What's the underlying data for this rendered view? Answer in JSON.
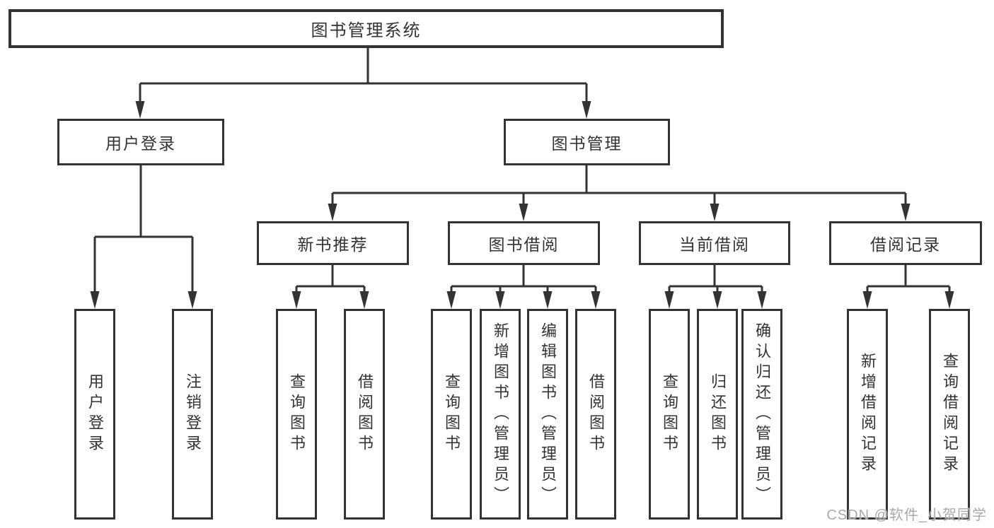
{
  "diagram": {
    "title": "图书管理系统",
    "branches": [
      {
        "label": "用户登录",
        "children": [
          "用户登录",
          "注销登录"
        ]
      },
      {
        "label": "图书管理",
        "sections": [
          {
            "label": "新书推荐",
            "children": [
              "查询图书",
              "借阅图书"
            ]
          },
          {
            "label": "图书借阅",
            "children": [
              "查询图书",
              "新增图书（管理员）",
              "编辑图书（管理员）",
              "借阅图书"
            ]
          },
          {
            "label": "当前借阅",
            "children": [
              "查询图书",
              "归还图书",
              "确认归还（管理员）"
            ]
          },
          {
            "label": "借阅记录",
            "children": [
              "新增借阅记录",
              "查询借阅记录"
            ]
          }
        ]
      }
    ]
  },
  "watermark": {
    "text": "CSDN @软件_小贺同学"
  },
  "colors": {
    "line": "#333333",
    "box_border": "#333333",
    "text": "#333333",
    "watermark": "#a9a9a9",
    "background": "#ffffff"
  }
}
